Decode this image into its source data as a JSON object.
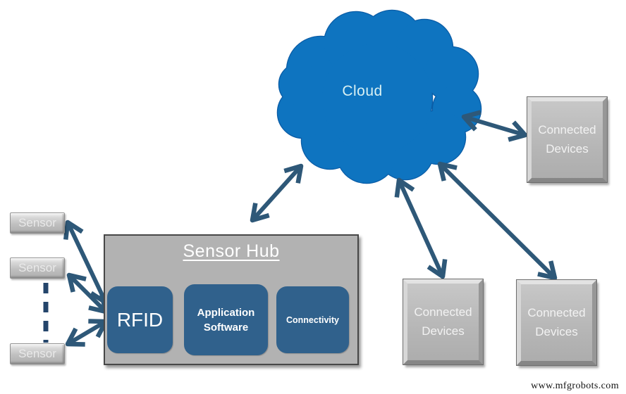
{
  "cloud": {
    "label": "Cloud"
  },
  "sensor_hub": {
    "title": "Sensor Hub",
    "modules": [
      {
        "label": "RFID"
      },
      {
        "label": "Application Software"
      },
      {
        "label": "Connectivity"
      }
    ]
  },
  "sensors": [
    {
      "label": "Sensor"
    },
    {
      "label": "Sensor"
    },
    {
      "label": "Sensor"
    }
  ],
  "connected_devices": [
    {
      "label": "Connected Devices",
      "position": "top-right"
    },
    {
      "label": "Connected Devices",
      "position": "bottom-middle"
    },
    {
      "label": "Connected Devices",
      "position": "bottom-right"
    }
  ],
  "watermark": "www.mfgrobots.com",
  "colors": {
    "cloud_fill": "#0e74c0",
    "cloud_outline": "#0a5ca6",
    "cloud_text": "#d9f1f3",
    "arrow": "#2e5878",
    "dashed_line": "#24456b",
    "module_blue": "#30618c",
    "panel_gray": "#b2b2b2",
    "box_text": "#f2f2f2"
  }
}
